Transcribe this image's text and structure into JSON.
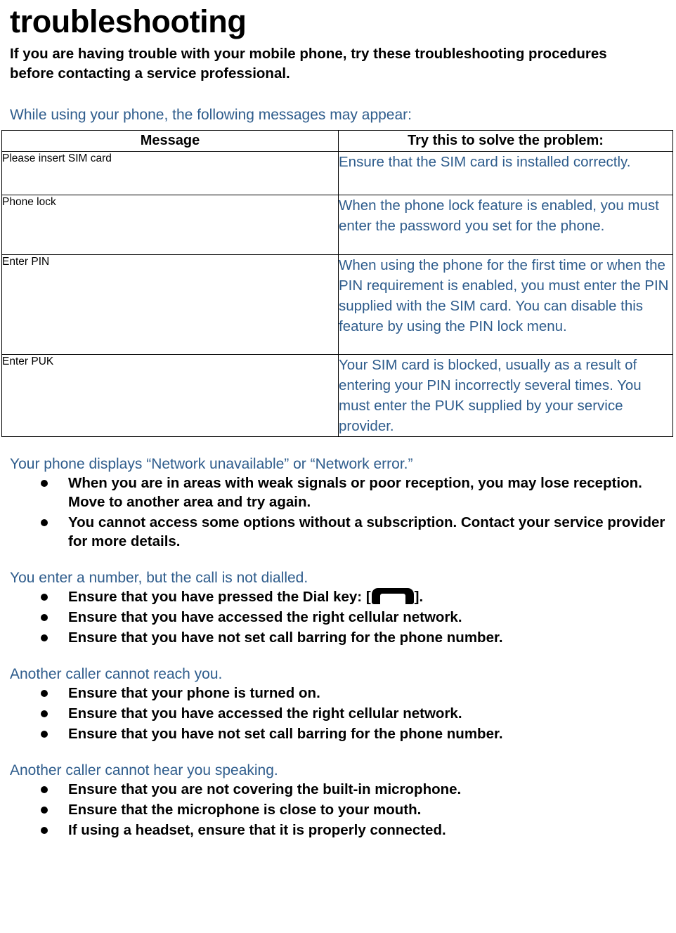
{
  "document": {
    "title": "troubleshooting",
    "intro": "If you are having trouble with your mobile phone, try these troubleshooting procedures before contacting a service professional.",
    "table_lead": "While using your phone, the following messages may appear:"
  },
  "message_table": {
    "headers": {
      "message": "Message",
      "solution": "Try this to solve the problem:"
    },
    "rows": [
      {
        "message": "Please insert SIM card",
        "solution": "Ensure that the SIM card is installed correctly."
      },
      {
        "message": "Phone lock",
        "solution": "When the phone lock feature is enabled, you must enter the password you set for the phone."
      },
      {
        "message": "Enter PIN",
        "solution": "When using the phone for the first time or when the PIN requirement is enabled, you must enter the PIN supplied with the SIM card. You can disable this feature by using the PIN lock   menu."
      },
      {
        "message": "Enter PUK",
        "solution": "Your SIM card is blocked, usually as a result of entering your PIN incorrectly several times. You must enter the PUK supplied by your service provider."
      }
    ]
  },
  "sections": [
    {
      "heading": "Your phone displays “Network unavailable” or “Network error.”",
      "items": [
        "When you are in areas with weak signals or poor reception, you may lose reception. Move to another area and try again.",
        "You cannot access some options without a subscription. Contact your service provider for more details."
      ]
    },
    {
      "heading": "You enter a number, but the call is not dialled.",
      "items": [
        {
          "prefix": "Ensure that you have pressed the Dial key: [",
          "icon": "dial-key-icon",
          "suffix": "]."
        },
        "Ensure that you have accessed the right cellular network.",
        "Ensure that you have not set call barring for the phone number."
      ]
    },
    {
      "heading": "Another caller cannot reach you.",
      "items": [
        "Ensure that your phone is turned on.",
        "Ensure that you have accessed the right cellular network.",
        "Ensure that you have not set call barring for the phone number."
      ]
    },
    {
      "heading": "Another caller cannot hear you speaking.",
      "items": [
        "Ensure that you are not covering the built-in microphone.",
        "Ensure that the microphone is close to your mouth.",
        "If using a headset, ensure that it is properly connected."
      ]
    }
  ],
  "colors": {
    "heading_blue": "#2E5C8C",
    "body_black": "#000000",
    "page_background": "#FFFFFF"
  }
}
